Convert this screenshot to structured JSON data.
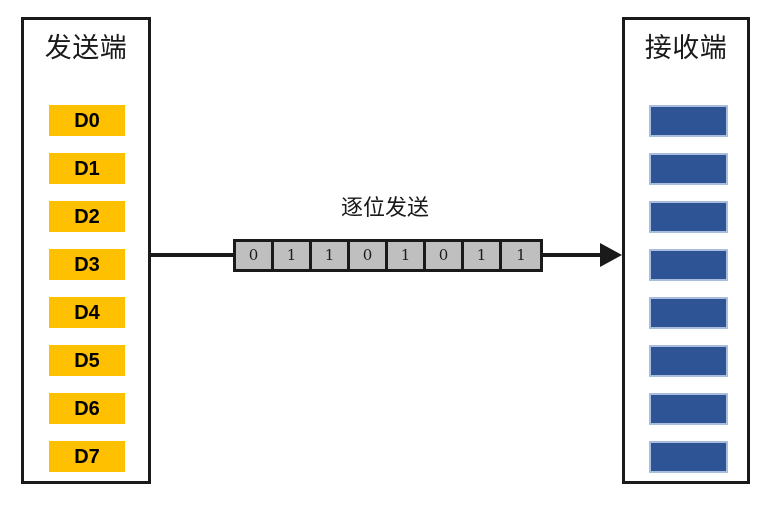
{
  "diagram": {
    "title": "逐位发送",
    "sender": {
      "title": "发送端",
      "blocks": [
        {
          "label": "D0"
        },
        {
          "label": "D1"
        },
        {
          "label": "D2"
        },
        {
          "label": "D3"
        },
        {
          "label": "D4"
        },
        {
          "label": "D5"
        },
        {
          "label": "D6"
        },
        {
          "label": "D7"
        }
      ]
    },
    "receiver": {
      "title": "接收端",
      "blocks": [
        {
          "label": ""
        },
        {
          "label": ""
        },
        {
          "label": ""
        },
        {
          "label": ""
        },
        {
          "label": ""
        },
        {
          "label": ""
        },
        {
          "label": ""
        },
        {
          "label": ""
        }
      ]
    },
    "stream": {
      "label": "逐位发送",
      "bits": [
        "0",
        "1",
        "1",
        "0",
        "1",
        "0",
        "1",
        "1"
      ]
    },
    "arrow": {
      "direction": "right",
      "from": "sender",
      "to": "receiver"
    },
    "colors": {
      "sender_block_fill": "#FFC000",
      "receiver_block_fill": "#2E5496",
      "receiver_block_border": "#A9BEDF",
      "bit_cell_fill": "#BFBFBF",
      "outline": "#1A1A1A",
      "background": "#FFFFFF"
    }
  }
}
